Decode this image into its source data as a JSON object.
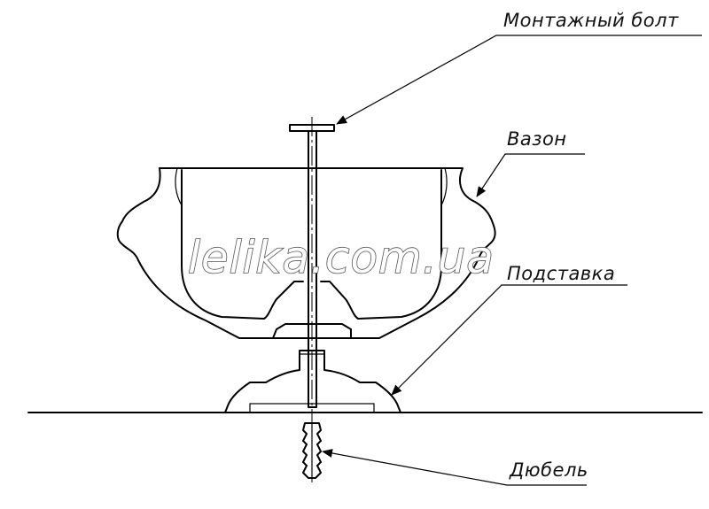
{
  "labels": {
    "bolt": "Монтажный болт",
    "vase": "Вазон",
    "stand": "Подставка",
    "dowel": "Дюбель"
  },
  "watermark": "lelika.com.ua"
}
